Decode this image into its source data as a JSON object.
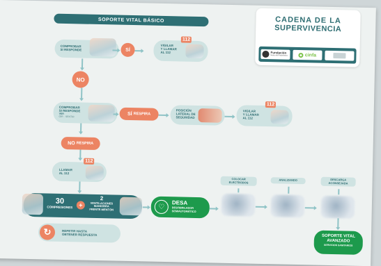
{
  "header": {
    "title": "SOPORTE VITAL BÁSICO"
  },
  "brand": {
    "title_line1": "CADENA DE LA",
    "title_line2": "SUPERVIVENCIA",
    "logos": [
      {
        "name": "fundacion-logo",
        "line1": "Fundación",
        "line2": "Mutua de Propietarios"
      },
      {
        "name": "cinfa-logo",
        "text": "cinfa"
      },
      {
        "name": "third-logo",
        "text": ""
      }
    ]
  },
  "steps": {
    "check_response": {
      "line1": "COMPROBAR",
      "line2": "SI RESPONDE"
    },
    "si": "SÍ",
    "watch_call": {
      "line1": "VIGILAR",
      "line2": "Y LLAMAR",
      "line3": "AL 112"
    },
    "badge": "112",
    "no": "NO",
    "check_breathing": {
      "line1": "COMPROBAR",
      "line2": "SI RESPONDE",
      "line3": "VER",
      "line4": "OÍR · SENTIR"
    },
    "si_respira": {
      "strong": "SÍ",
      "rest": "RESPIRA"
    },
    "lateral_position": {
      "line1": "POSICIÓN",
      "line2": "LATERAL DE",
      "line3": "SEGURIDAD"
    },
    "watch_call_2": {
      "line1": "VIGILAR",
      "line2": "Y LLAMAR",
      "line3": "AL 112"
    },
    "no_respira": {
      "strong": "NO",
      "rest": "RESPIRA"
    },
    "call_112": {
      "line1": "LLAMAR",
      "line2": "AL 112"
    },
    "compressions": {
      "num": "30",
      "label": "COMPRESIONES"
    },
    "plus": "+",
    "ventilations": {
      "num": "2",
      "line1": "VENTILACIONES",
      "line2": "MANIOBRA",
      "line3": "FRENTE-MENTÓN"
    },
    "repeat": {
      "line1": "REPETIR HASTA",
      "line2": "OBTENER RESPUESTA"
    },
    "dea": {
      "title": "DESA",
      "line1": "DESFIBRILADOR",
      "line2": "SEMIAUTOMÁTICO"
    },
    "place_electrodes": {
      "line1": "COLOCAR",
      "line2": "ELECTRODOS"
    },
    "analyzing": {
      "line1": "ANALIZANDO"
    },
    "discharge": {
      "line1": "DESCARGA",
      "line2": "ACONSEJADA"
    },
    "advanced": {
      "line1": "SOPORTE VITAL",
      "line2": "AVANZADO",
      "line3": "SERVICIOS SANITARIOS"
    }
  },
  "colors": {
    "teal_dark": "#2f6e73",
    "teal_light": "#cfe3e2",
    "coral": "#ec8463",
    "green": "#1d9a4c",
    "background": "#eef2f1"
  }
}
